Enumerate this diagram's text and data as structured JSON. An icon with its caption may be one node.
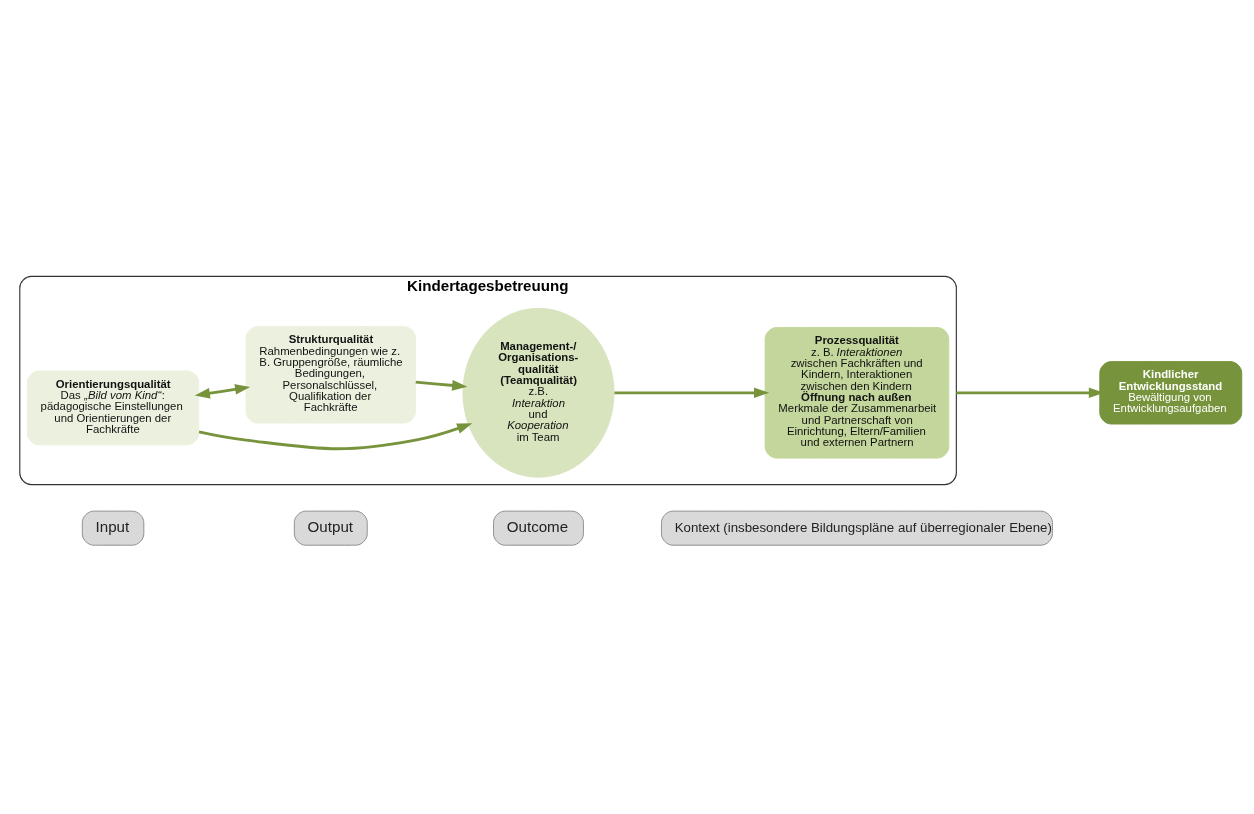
{
  "diagram": {
    "nodes": [
      {
        "text": [
          "Input"
        ]
      },
      {
        "text": [
          "Output"
        ]
      },
      {
        "text": [
          "Outcome"
        ]
      },
      {
        "text": [
          "Kindertagesbetreuung"
        ]
      },
      {
        "text": [
          "Orientierungsqualität",
          "Das *„Bild vom Kind“*: pädagogische Einstellungen und Orientierungen der Fachkräfte"
        ],
        "in": 3
      },
      {
        "text": [
          "Management-/ Organisations- qualität (Teamqualität)",
          "z.B. *Interaktion* und *Kooperation* im Team"
        ],
        "in": 3
      },
      {
        "text": [
          "Strukturqualität",
          "Rahmenbedingungen wie z. B. Gruppengröße, räumliche Bedingungen, Personalschlüssel, Qualifikation der Fachkräfte"
        ],
        "in": 3
      },
      {
        "text": [
          "Prozessqualität",
          "z. B. *Interaktionen* zwischen Fachkräften und Kindern, Interaktionen zwischen den Kindern",
          "Öffnung nach außen",
          "Merkmale der Zusammenarbeit und Partnerschaft von Einrichtung, Eltern/Familien und externen Partnern"
        ],
        "in": 3
      },
      {
        "text": [
          "Kindlicher Entwicklungsstand",
          "Bewältigung von Entwicklungsaufgaben"
        ]
      },
      {
        "text": [
          "Kontext (insbesondere Bildungspläne auf überregionaler Ebene)"
        ]
      }
    ],
    "edges": [
      {
        "from": 4,
        "to": 5,
        "arrow": "to"
      },
      {
        "from": 4,
        "to": 6,
        "arrow": "both"
      },
      {
        "from": 6,
        "to": 5,
        "arrow": "to"
      },
      {
        "from": 5,
        "to": 7,
        "arrow": "to"
      },
      {
        "from": 3,
        "to": 8,
        "arrow": "to"
      }
    ]
  }
}
